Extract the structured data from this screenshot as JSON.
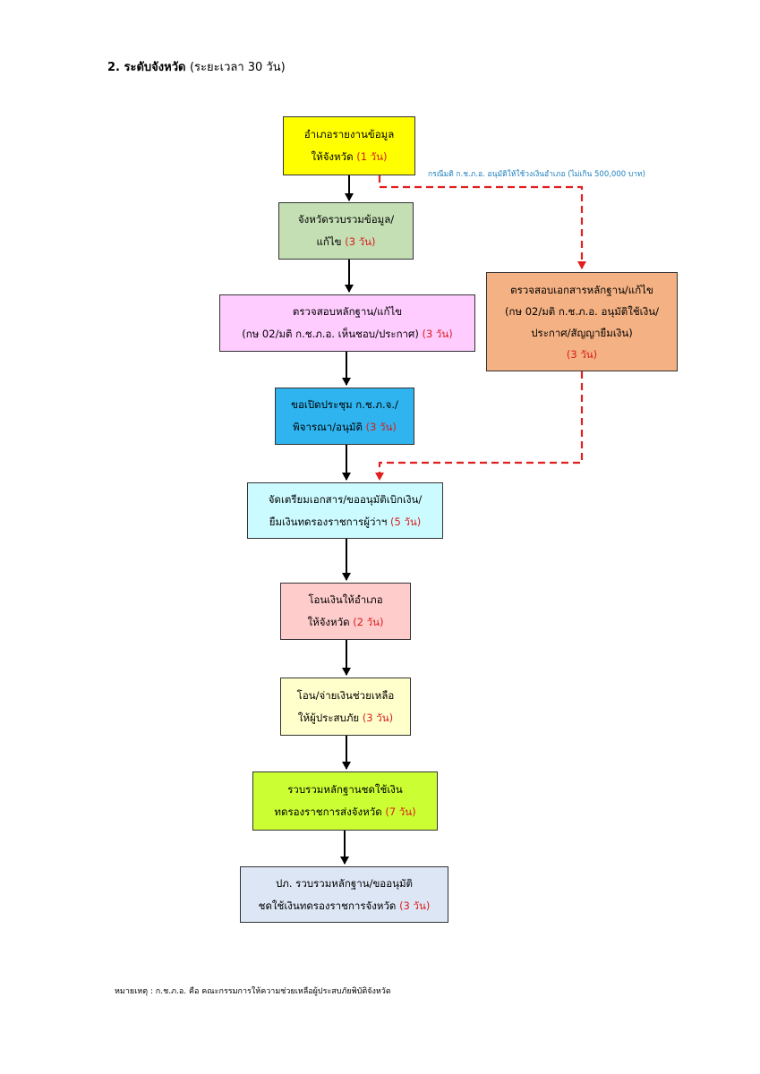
{
  "heading": {
    "title": "2. ระดับจังหวัด",
    "duration": "(ระยะเวลา 30 วัน)"
  },
  "steps": [
    {
      "line1": "อำเภอรายงานข้อมูล",
      "line2": "ให้จังหวัด",
      "days": "(1 วัน)",
      "color": "#ffff00"
    },
    {
      "line1": "จังหวัดรวบรวมข้อมูล/",
      "line2": "แก้ไข",
      "days": "(3 วัน)",
      "color": "#c4dfb4"
    },
    {
      "line1": "ตรวจสอบหลักฐาน/แก้ไข",
      "line2": "(กษ 02/มติ ก.ช.ภ.อ. เห็นชอบ/ประกาศ)",
      "days": "(3 วัน)",
      "color": "#ffccff"
    },
    {
      "line1": "ขอเปิดประชุม ก.ช.ภ.จ./",
      "line2": "พิจารณา/อนุมัติ",
      "days": "(3 วัน)",
      "color": "#2fb4ef"
    },
    {
      "line1": "จัดเตรียมเอกสาร/ขออนุมัติเบิกเงิน/",
      "line2": "ยืมเงินทดรองราชการผู้ว่าฯ",
      "days": "(5 วัน)",
      "color": "#ccfbff"
    },
    {
      "line1": "โอนเงินให้อำเภอ",
      "line2": "ให้จังหวัด",
      "days": "(2 วัน)",
      "color": "#ffcccc"
    },
    {
      "line1": "โอน/จ่ายเงินช่วยเหลือ",
      "line2": "ให้ผู้ประสบภัย",
      "days": "(3 วัน)",
      "color": "#ffffcc"
    },
    {
      "line1": "รวบรวมหลักฐานชดใช้เงิน",
      "line2": "ทดรองราชการส่งจังหวัด",
      "days": "(7 วัน)",
      "color": "#ccff33"
    },
    {
      "line1": "ปภ. รวบรวมหลักฐาน/ขออนุมัติ",
      "line2": "ชดใช้เงินทดรองราชการจังหวัด",
      "days": "(3 วัน)",
      "color": "#dce6f4"
    }
  ],
  "branch": {
    "note": "กรณีมติ ก.ช.ภ.อ. อนุมัติให้ใช้วงเงินอำเภอ (ไม่เกิน 500,000 บาท)",
    "line1": "ตรวจสอบเอกสารหลักฐาน/แก้ไข",
    "line2": "(กษ 02/มติ ก.ช.ภ.อ. อนุมัติใช้เงิน/",
    "line3": "ประกาศ/สัญญายืมเงิน)",
    "days": "(3 วัน)",
    "color": "#f4b183"
  },
  "footnote": "หมายเหตุ : ก.ช.ภ.อ. คือ คณะกรรมการให้ความช่วยเหลือผู้ประสบภัยพิบัติจังหวัด",
  "colors": {
    "arrow": "#000000",
    "dashed_arrow": "#e02020",
    "days_text": "#d81e1e",
    "branch_note": "#1e7fbf"
  }
}
